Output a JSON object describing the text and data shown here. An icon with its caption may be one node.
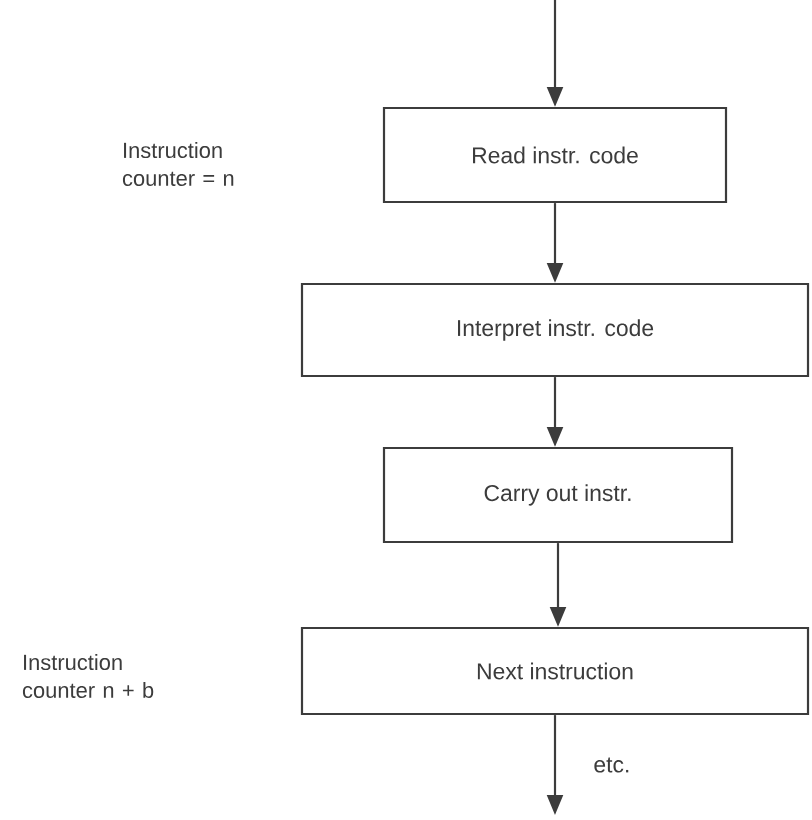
{
  "diagram": {
    "nodes": [
      {
        "text": [
          "Read instr. code"
        ]
      },
      {
        "text": [
          "Interpret instr. code"
        ]
      },
      {
        "text": [
          "Carry out instr."
        ]
      },
      {
        "text": [
          "Next instruction"
        ]
      }
    ],
    "labels": [
      "Instruction counter = n",
      "Instruction counter n + b"
    ],
    "edges": [
      {
        "from": null,
        "to": 0,
        "arrow": "to"
      },
      {
        "from": 0,
        "to": 1,
        "arrow": "to"
      },
      {
        "from": 1,
        "to": 2,
        "arrow": "to"
      },
      {
        "from": 2,
        "to": 3,
        "arrow": "to"
      },
      {
        "from": 3,
        "to": null,
        "arrow": "to",
        "label": "etc."
      }
    ]
  }
}
